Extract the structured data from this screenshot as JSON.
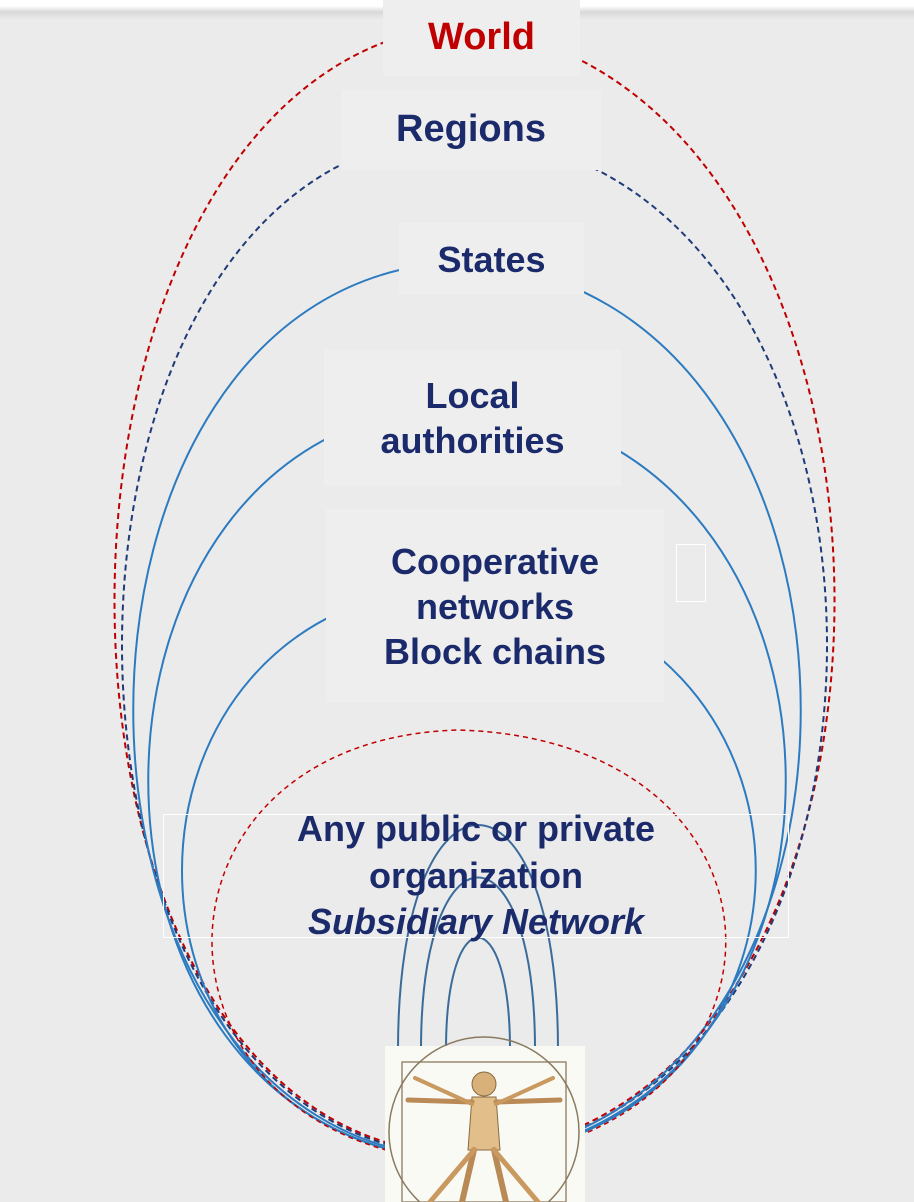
{
  "levels": {
    "world": "World",
    "regions": "Regions",
    "states": "States",
    "local_authorities": [
      "Local",
      "authorities"
    ],
    "cooperative": [
      "Cooperative",
      "networks",
      "Block chains"
    ],
    "organization": [
      "Any public or private",
      "organization",
      "Subsidiary Network"
    ]
  },
  "colors": {
    "background": "#ebebeb",
    "world": "#c00000",
    "regions_line": "#1f3a78",
    "solid_lines": "#2c7bc0",
    "text": "#1b2a6b",
    "inner_arches": "#3a6b9a"
  },
  "figure": {
    "icon": "vitruvian-man-icon"
  }
}
